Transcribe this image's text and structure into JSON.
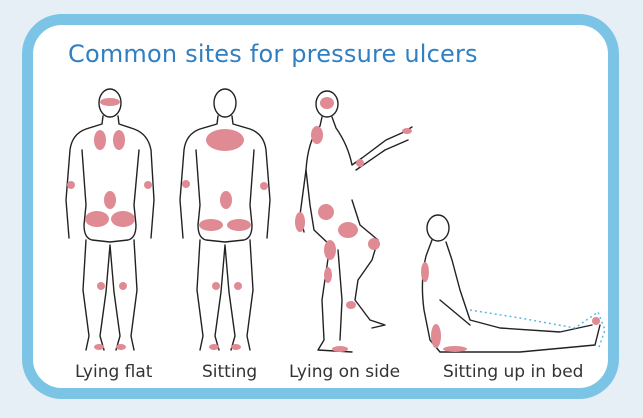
{
  "title": "Common sites for pressure ulcers",
  "colors": {
    "border": "#7cc4e6",
    "title": "#2f7fc2",
    "sore": "#e08a93",
    "outline": "#222222",
    "dotted": "#5bb8e0"
  },
  "positions": [
    {
      "label": "Lying flat"
    },
    {
      "label": "Sitting"
    },
    {
      "label": "Lying on side"
    },
    {
      "label": "Sitting up in bed"
    }
  ]
}
